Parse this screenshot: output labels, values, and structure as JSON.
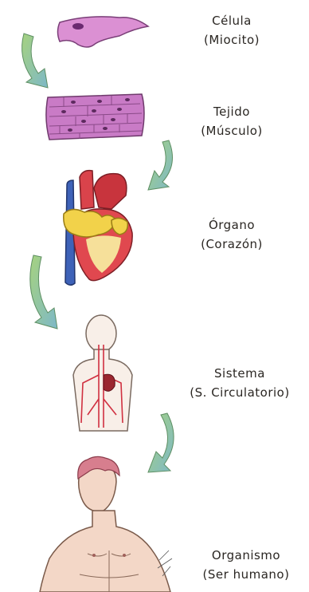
{
  "levels": [
    {
      "title": "Célula",
      "subtitle": "(Miocito)"
    },
    {
      "title": "Tejido",
      "subtitle": "(Músculo)"
    },
    {
      "title": "Órgano",
      "subtitle": "(Corazón)"
    },
    {
      "title": "Sistema",
      "subtitle": "(S. Circulatorio)"
    },
    {
      "title": "Organismo",
      "subtitle": "(Ser humano)"
    }
  ],
  "icons": [
    "muscle-cell-icon",
    "muscle-tissue-icon",
    "heart-icon",
    "circulatory-system-icon",
    "human-body-icon",
    "arrow-icon"
  ],
  "colors": {
    "cell": "#d98ad0",
    "tissue": "#c877c4",
    "heart_red": "#d9434b",
    "heart_yellow": "#f2d24a",
    "vein_blue": "#3e62b8",
    "arrow_green": "#8fc97a",
    "arrow_blue": "#7fb7c9",
    "skin": "#f3d7c7",
    "hair": "#d77e8e"
  }
}
